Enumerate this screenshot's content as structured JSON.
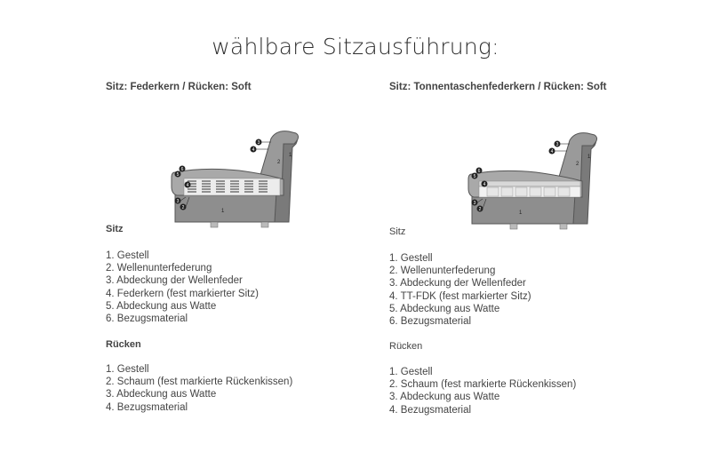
{
  "page": {
    "title": "wählbare Sitzausführung:"
  },
  "columns": [
    {
      "heading": "Sitz: Federkern / Rücken: Soft",
      "diagram": {
        "type": "sofa-cross-section",
        "spring_type": "coil-springs",
        "labels": [
          "1",
          "2",
          "3",
          "4",
          "5",
          "6"
        ]
      },
      "sitz": {
        "title": "Sitz",
        "items": [
          "1. Gestell",
          "2. Wellenunterfederung",
          "3. Abdeckung der Wellenfeder",
          "4. Federkern (fest markierter Sitz)",
          "5. Abdeckung aus Watte",
          "6. Bezugsmaterial"
        ]
      },
      "ruecken": {
        "title": "Rücken",
        "items": [
          "1. Gestell",
          "2. Schaum (fest markierte Rückenkissen)",
          "3. Abdeckung aus Watte",
          "4. Bezugsmaterial"
        ]
      }
    },
    {
      "heading": "Sitz: Tonnentaschenfederkern / Rücken: Soft",
      "diagram": {
        "type": "sofa-cross-section",
        "spring_type": "pocket-springs",
        "labels": [
          "1",
          "2",
          "3",
          "4",
          "5",
          "6"
        ]
      },
      "sitz": {
        "title": "Sitz",
        "items": [
          "1. Gestell",
          "2. Wellenunterfederung",
          "3. Abdeckung der Wellenfeder",
          "4. TT-FDK (fest markierter Sitz)",
          "5. Abdeckung aus Watte",
          "6. Bezugsmaterial"
        ]
      },
      "ruecken": {
        "title": "Rücken",
        "items": [
          "1. Gestell",
          "2. Schaum (fest markierte Rückenkissen)",
          "3. Abdeckung aus Watte",
          "4. Bezugsmaterial"
        ]
      }
    }
  ]
}
